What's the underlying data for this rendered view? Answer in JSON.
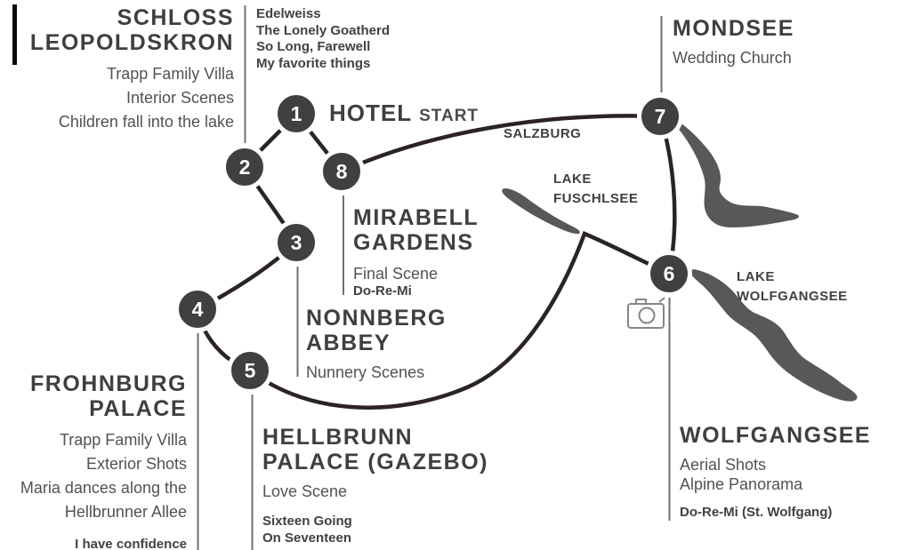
{
  "hotel": {
    "label": "HOTEL",
    "sub": "START"
  },
  "geo": {
    "salzburg": "SALZBURG",
    "lake_fuschlsee_l1": "LAKE",
    "lake_fuschlsee_l2": "FUSCHLSEE",
    "lake_wolfgangsee_l1": "LAKE",
    "lake_wolfgangsee_l2": "WOLFGANGSEE"
  },
  "markers": {
    "m1": "1",
    "m2": "2",
    "m3": "3",
    "m4": "4",
    "m5": "5",
    "m6": "6",
    "m7": "7",
    "m8": "8"
  },
  "locations": {
    "schloss_leopoldskron": {
      "title_l1": "SCHLOSS",
      "title_l2": "LEOPOLDSKRON",
      "scene_l1": "Trapp Family Villa",
      "scene_l2": "Interior Scenes",
      "scene_l3": "Children fall into the lake"
    },
    "hotel_songs": {
      "song_l1": "Edelweiss",
      "song_l2": "The Lonely Goatherd",
      "song_l3": "So Long, Farewell",
      "song_l4": "My favorite things"
    },
    "mondsee": {
      "title": "MONDSEE",
      "scene_l1": "Wedding Church"
    },
    "mirabell_gardens": {
      "title_l1": "MIRABELL",
      "title_l2": "GARDENS",
      "scene_l1": "Final Scene",
      "song_l1": "Do-Re-Mi"
    },
    "nonnberg_abbey": {
      "title_l1": "NONNBERG",
      "title_l2": "ABBEY",
      "scene_l1": "Nunnery Scenes"
    },
    "frohnburg_palace": {
      "title_l1": "FROHNBURG",
      "title_l2": "PALACE",
      "scene_l1": "Trapp Family Villa",
      "scene_l2": "Exterior Shots",
      "scene_l3": "Maria dances along the",
      "scene_l4": "Hellbrunner Allee",
      "song_l1": "I have confidence"
    },
    "hellbrunn_palace": {
      "title_l1": "HELLBRUNN",
      "title_l2": "PALACE (GAZEBO)",
      "scene_l1": "Love Scene",
      "song_l1": "Sixteen Going",
      "song_l2": "On Seventeen"
    },
    "wolfgangsee": {
      "title": "WOLFGANGSEE",
      "scene_l1": "Aerial Shots",
      "scene_l2": "Alpine Panorama",
      "song_l1": "Do-Re-Mi (St. Wolfgang)"
    }
  },
  "colors": {
    "title": "#3f3f41",
    "scene": "#525254",
    "song": "#414143",
    "route": "#2b2326",
    "lake": "#57585a",
    "leader": "#6e7072",
    "marker_fill": "#403f41",
    "marker_ring": "#ffffff"
  }
}
